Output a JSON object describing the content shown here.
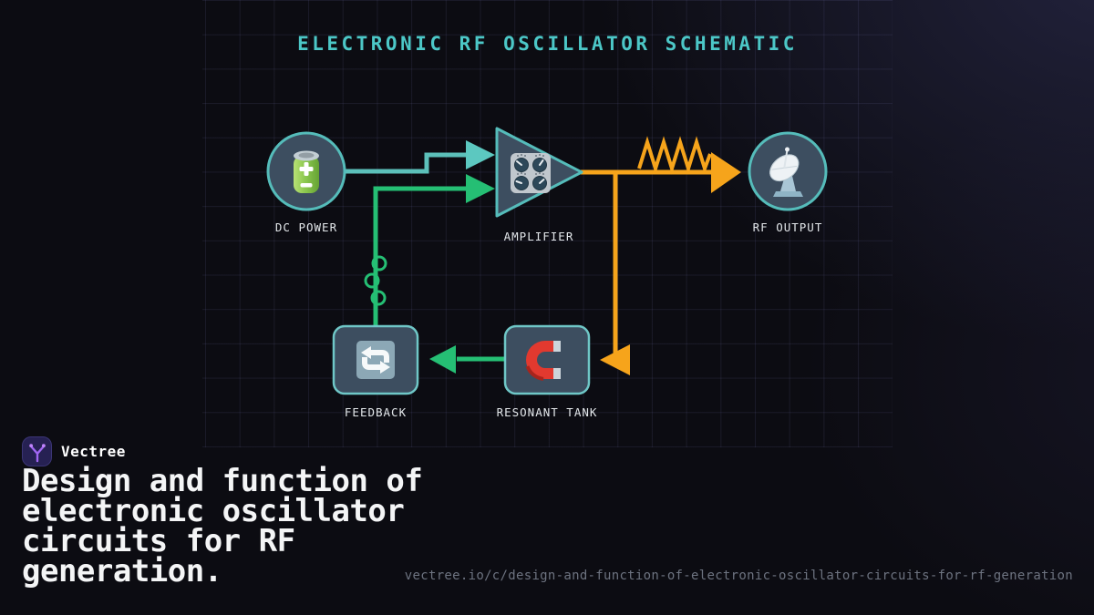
{
  "title": "ELECTRONIC RF OSCILLATOR SCHEMATIC",
  "nodes": {
    "dc_power": {
      "label": "DC POWER",
      "shape": "circle",
      "icon": "battery-icon"
    },
    "amplifier": {
      "label": "AMPLIFIER",
      "shape": "triangle",
      "icon": "control-knobs-icon"
    },
    "rf_output": {
      "label": "RF OUTPUT",
      "shape": "circle",
      "icon": "satellite-antenna-icon"
    },
    "feedback": {
      "label": "FEEDBACK",
      "shape": "rounded-rect",
      "icon": "counterclockwise-arrows-icon"
    },
    "resonant_tank": {
      "label": "RESONANT TANK",
      "shape": "rounded-rect",
      "icon": "magnet-icon"
    }
  },
  "edges": [
    {
      "from": "dc_power",
      "to": "amplifier",
      "color": "#5cc0ba",
      "style": "solid-arrow"
    },
    {
      "from": "feedback",
      "to": "amplifier",
      "color": "#25bf74",
      "style": "solid-arrow-with-coil"
    },
    {
      "from": "amplifier",
      "to": "rf_output",
      "color": "#f6a41b",
      "style": "arrow-with-resistor-zigzag"
    },
    {
      "from": "amplifier",
      "to": "resonant_tank",
      "color": "#f6a41b",
      "style": "solid-arrow"
    },
    {
      "from": "resonant_tank",
      "to": "feedback",
      "color": "#25bf74",
      "style": "solid-arrow"
    }
  ],
  "colors": {
    "background": "#0c0c12",
    "grid_line": "#2a2a44",
    "title": "#4cc7c7",
    "node_fill": "#3d4e60",
    "node_border": "#5cbfbf",
    "teal_wire": "#5cc0ba",
    "green_wire": "#25bf74",
    "orange_wire": "#f6a41b",
    "label": "#e3e7ea",
    "logo_bg": "#262153",
    "logo_glyph": "#a066f2",
    "url_text": "#6d7380"
  },
  "footer": {
    "brand": "Vectree",
    "headline": "Design and function of electronic oscillator circuits for RF generation.",
    "url": "vectree.io/c/design-and-function-of-electronic-oscillator-circuits-for-rf-generation"
  }
}
